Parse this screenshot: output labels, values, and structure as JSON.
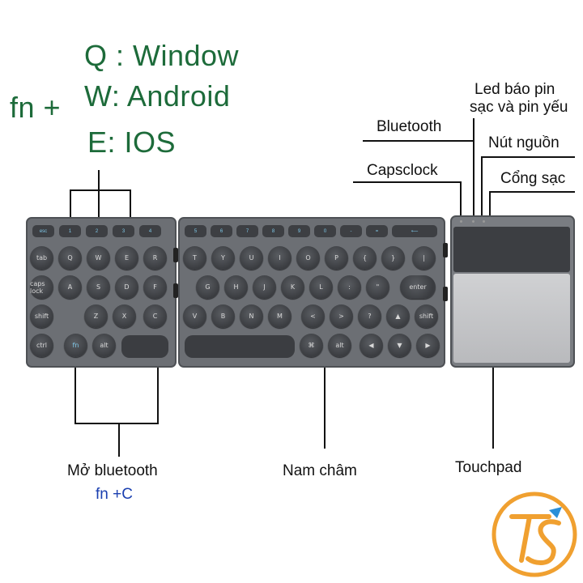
{
  "shortcuts": {
    "prefix": "fn +",
    "q": "Q : Window",
    "w": "W: Android",
    "e": "E: IOS"
  },
  "labels": {
    "led": "Led báo pin",
    "led_sub": "sạc và pin yếu",
    "bluetooth": "Bluetooth",
    "power": "Nút nguồn",
    "capslock": "Capsclock",
    "charge_port": "Cổng sạc",
    "open_bluetooth": "Mở bluetooth",
    "open_bluetooth_combo": "fn +C",
    "magnet": "Nam châm",
    "touchpad": "Touchpad"
  },
  "keys": {
    "left_row1": [
      "tab",
      "Q",
      "W",
      "E",
      "R"
    ],
    "left_row2": [
      "caps lock",
      "A",
      "S",
      "D",
      "F"
    ],
    "left_row3": [
      "shift",
      "Z",
      "X",
      "C"
    ],
    "left_row4": [
      "ctrl",
      "fn",
      "alt"
    ],
    "mid_row1": [
      "T",
      "Y",
      "U",
      "I",
      "O",
      "P",
      "{",
      "}",
      "|"
    ],
    "mid_row2": [
      "G",
      "H",
      "J",
      "K",
      "L",
      ":",
      "\"",
      "enter"
    ],
    "mid_row3": [
      "V",
      "B",
      "N",
      "M",
      "<",
      ">",
      "?",
      "▲",
      "shift"
    ],
    "mid_row4": [
      "⌘",
      "alt",
      "◀",
      "▼",
      "▶"
    ]
  },
  "colors": {
    "green": "#1d6b3a",
    "blue": "#1a3fb0",
    "logo": "#f0a030"
  },
  "logo": {
    "icon": "ts-logo"
  }
}
